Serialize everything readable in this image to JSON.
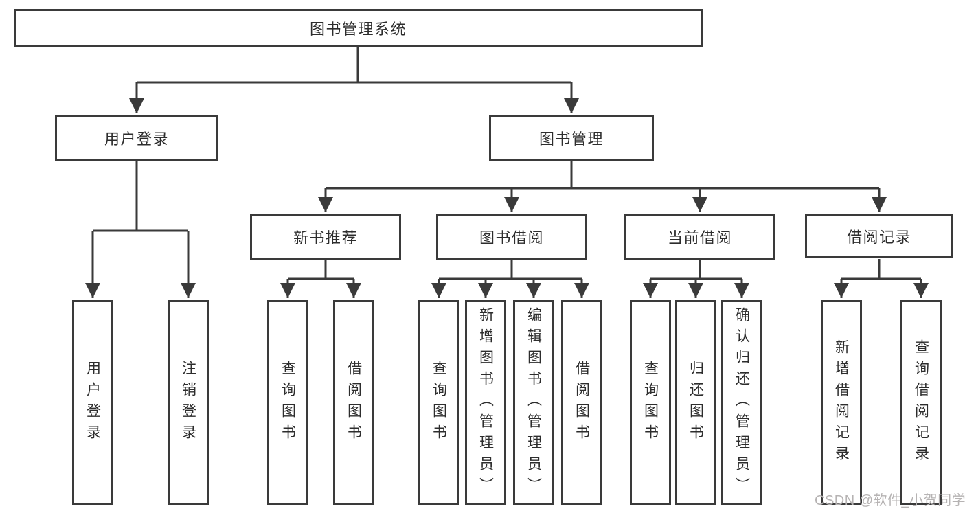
{
  "diagram": {
    "type": "tree-diagram",
    "root": {
      "label": "图书管理系统"
    },
    "branches": [
      {
        "label": "用户登录",
        "children": [
          {
            "label": "用户登录"
          },
          {
            "label": "注销登录"
          }
        ]
      },
      {
        "label": "图书管理",
        "children": [
          {
            "label": "新书推荐",
            "children": [
              {
                "label": "查询图书"
              },
              {
                "label": "借阅图书"
              }
            ]
          },
          {
            "label": "图书借阅",
            "children": [
              {
                "label": "查询图书"
              },
              {
                "label": "新增图书（管理员）"
              },
              {
                "label": "编辑图书（管理员）"
              },
              {
                "label": "借阅图书"
              }
            ]
          },
          {
            "label": "当前借阅",
            "children": [
              {
                "label": "查询图书"
              },
              {
                "label": "归还图书"
              },
              {
                "label": "确认归还（管理员）"
              }
            ]
          },
          {
            "label": "借阅记录",
            "children": [
              {
                "label": "新增借阅记录"
              },
              {
                "label": "查询借阅记录"
              }
            ]
          }
        ]
      }
    ],
    "watermark": "CSDN @软件_小贺同学",
    "colors": {
      "line": "#3a3a3a",
      "text": "#2d2d2d",
      "watermark": "#b6b3b3",
      "background": "#ffffff"
    }
  }
}
